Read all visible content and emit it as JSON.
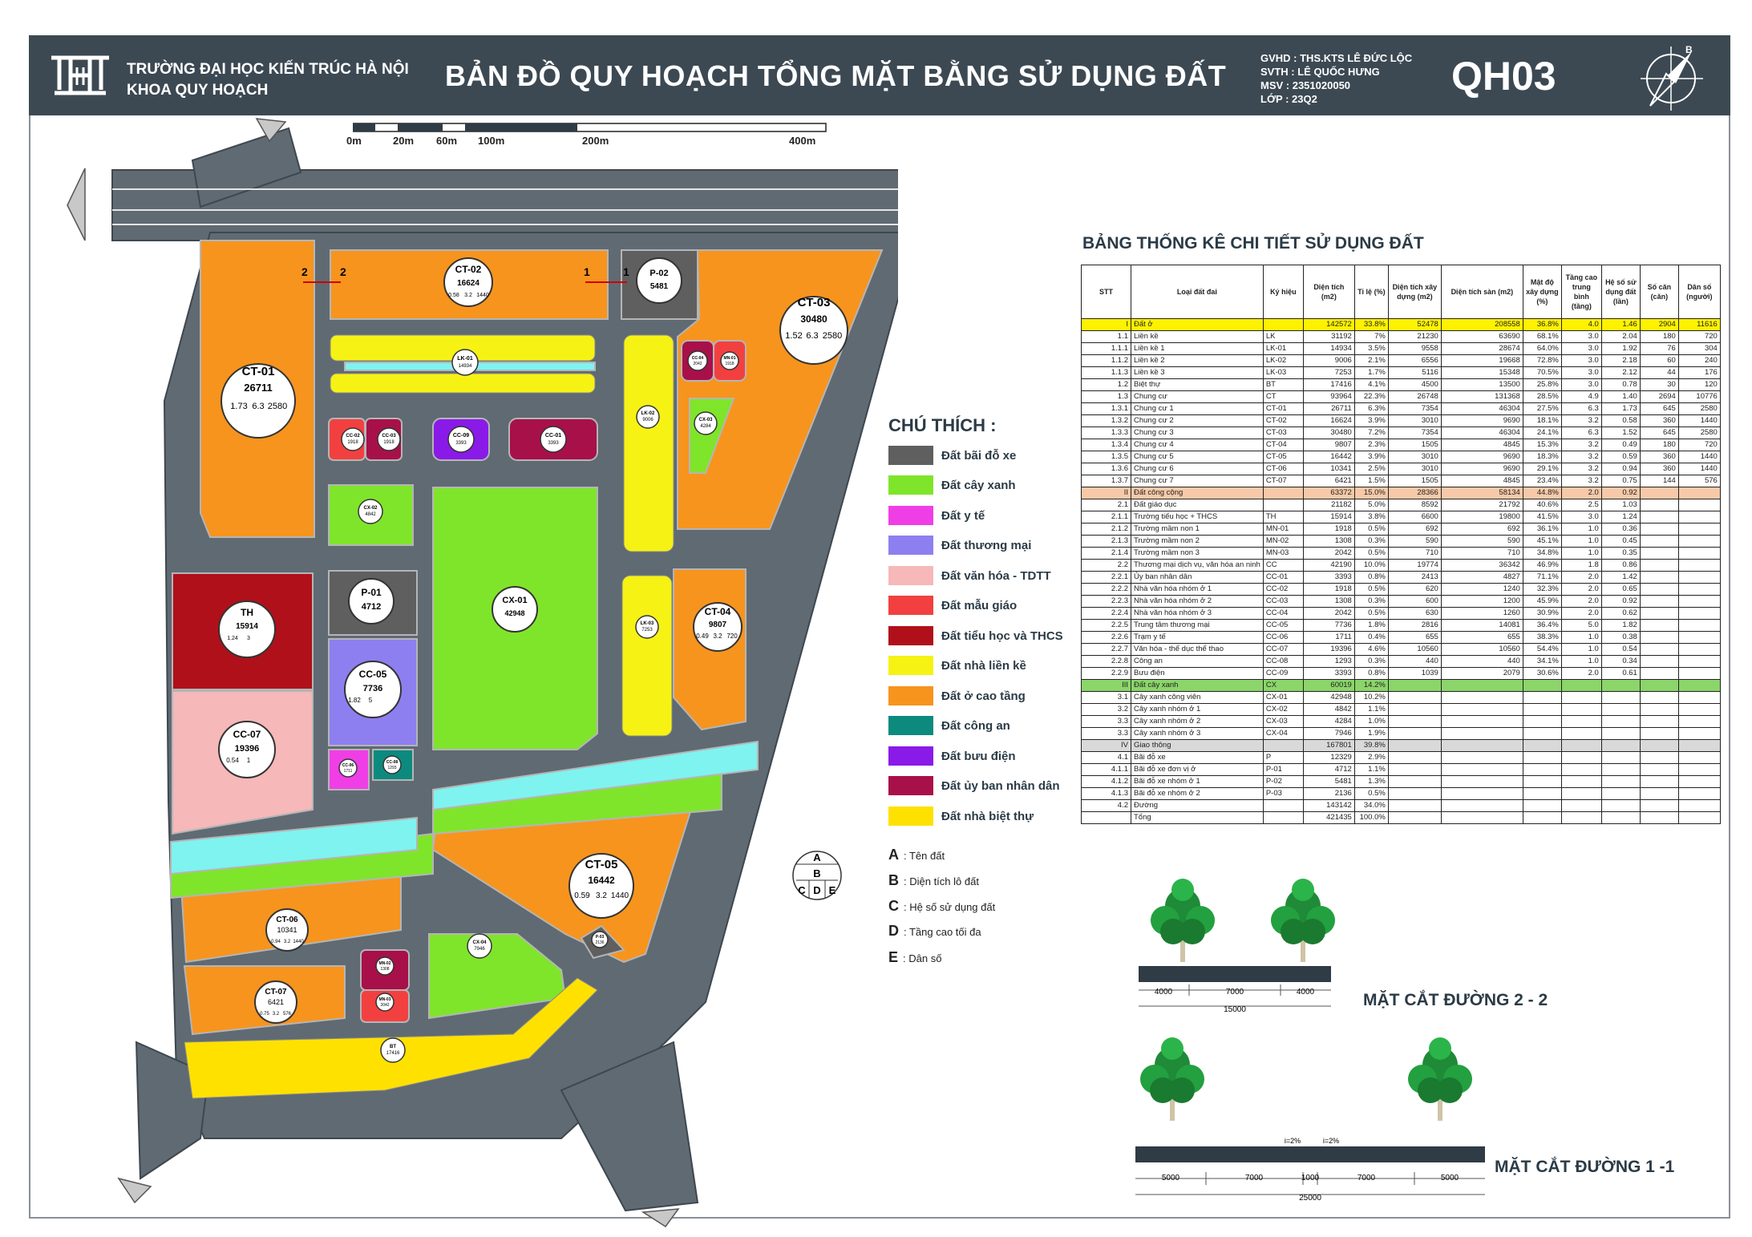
{
  "header": {
    "school_line1": "TRƯỜNG ĐẠI HỌC KIẾN TRÚC HÀ NỘI",
    "school_line2": "KHOA QUY HOẠCH",
    "title": "BẢN ĐỒ QUY HOẠCH TỔNG MẶT BẰNG SỬ DỤNG ĐẤT",
    "gvhd": "GVHD : THS.KTS LÊ ĐỨC LỘC",
    "svth": "SVTH : LÊ QUỐC HƯNG",
    "msv": "MSV : 2351020050",
    "lop": "LỚP : 23Q2",
    "code": "QH03",
    "north": "B"
  },
  "scale_bar": {
    "labels": [
      "0m",
      "20m",
      "60m",
      "100m",
      "200m",
      "400m"
    ]
  },
  "map": {
    "section_marks": [
      "2",
      "2",
      "1",
      "1"
    ],
    "lots": [
      {
        "a": "CT-01",
        "b": "26711",
        "c": "1.73",
        "d": "6.3",
        "e": "2580"
      },
      {
        "a": "CT-02",
        "b": "16624",
        "c": "0.58",
        "d": "3.2",
        "e": "1440"
      },
      {
        "a": "P-02",
        "b": "5481"
      },
      {
        "a": "CT-03",
        "b": "30480",
        "c": "1.52",
        "d": "6.3",
        "e": "2580"
      },
      {
        "a": "LK-01",
        "b": "14934"
      },
      {
        "a": "CC-01",
        "b": "3393"
      },
      {
        "a": "CC-02",
        "b": "1918"
      },
      {
        "a": "CC-03",
        "b": "1918"
      },
      {
        "a": "CC-04",
        "b": "2042"
      },
      {
        "a": "CC-09",
        "b": "3393"
      },
      {
        "a": "LK-02",
        "b": "9006"
      },
      {
        "a": "CX-03",
        "b": "4284"
      },
      {
        "a": "CX-02",
        "b": "4842"
      },
      {
        "a": "P-01",
        "b": "4712"
      },
      {
        "a": "CX-01",
        "b": "42948"
      },
      {
        "a": "TH",
        "b": "15914",
        "c": "1.24",
        "d": "3"
      },
      {
        "a": "CC-05",
        "b": "7736",
        "c": "1.82",
        "d": "5"
      },
      {
        "a": "LK-03",
        "b": "7253"
      },
      {
        "a": "CT-04",
        "b": "9807",
        "c": "0.49",
        "d": "3.2",
        "e": "720"
      },
      {
        "a": "CC-07",
        "b": "19396",
        "c": "0.54",
        "d": "1"
      },
      {
        "a": "CC-06",
        "b": "1711"
      },
      {
        "a": "CC-08",
        "b": "1293"
      },
      {
        "a": "CT-05",
        "b": "16442",
        "c": "0.59",
        "d": "3.2",
        "e": "1440"
      },
      {
        "a": "CT-06",
        "b": "10341",
        "c": "0.94",
        "d": "3.2",
        "e": "1440"
      },
      {
        "a": "CX-04",
        "b": "7946"
      },
      {
        "a": "CT-07",
        "b": "6421",
        "c": "0.75",
        "d": "3.2",
        "e": "576"
      },
      {
        "a": "BT",
        "b": "17416"
      },
      {
        "a": "P-03",
        "b": "2136"
      },
      {
        "a": "MN-01",
        "b": "1918"
      },
      {
        "a": "MN-02",
        "b": "1308"
      },
      {
        "a": "MN-03",
        "b": "2042"
      }
    ]
  },
  "legend": {
    "title": "CHÚ THÍCH :",
    "items": [
      {
        "label": "Đất bãi đỗ xe",
        "color": "#5f5f5f"
      },
      {
        "label": "Đất cây xanh",
        "color": "#7fe52a"
      },
      {
        "label": "Đất y tế",
        "color": "#f03ee6"
      },
      {
        "label": "Đất thương mại",
        "color": "#8d7ff0"
      },
      {
        "label": "Đất văn hóa - TDTT",
        "color": "#f6b8b8"
      },
      {
        "label": "Đất mẫu giáo",
        "color": "#f24040"
      },
      {
        "label": "Đất tiểu học và THCS",
        "color": "#b0101a"
      },
      {
        "label": "Đất nhà liền kề",
        "color": "#f6f214"
      },
      {
        "label": "Đất ở cao tầng",
        "color": "#f7941d"
      },
      {
        "label": "Đất công an",
        "color": "#0d8a7e"
      },
      {
        "label": "Đất bưu điện",
        "color": "#8a1ae8"
      },
      {
        "label": "Đất ủy ban nhân dân",
        "color": "#a8104a"
      },
      {
        "label": "Đất nhà biệt thự",
        "color": "#ffe100"
      }
    ],
    "key_cells": [
      "A",
      "B",
      "C",
      "D",
      "E"
    ],
    "key_items": [
      {
        "k": "A",
        "t": ": Tên đất"
      },
      {
        "k": "B",
        "t": ": Diện tích lô đất"
      },
      {
        "k": "C",
        "t": ": Hệ số sử dụng đất"
      },
      {
        "k": "D",
        "t": ": Tầng cao tối đa"
      },
      {
        "k": "E",
        "t": ": Dân số"
      }
    ]
  },
  "table": {
    "title": "BẢNG THỐNG KÊ CHI TIẾT SỬ DỤNG ĐẤT",
    "headers": [
      "STT",
      "Loại đất đai",
      "Ký hiệu",
      "Diện tích (m2)",
      "Tỉ lệ (%)",
      "Diện tích xây dựng (m2)",
      "Diện tích sàn (m2)",
      "Mật độ xây dựng (%)",
      "Tầng cao trung bình (tầng)",
      "Hệ số sử dụng đất (lần)",
      "Số căn (căn)",
      "Dân số (người)"
    ],
    "rows": [
      {
        "g": "g1",
        "c": [
          "I",
          "Đất ở",
          "",
          "142572",
          "33.8%",
          "52478",
          "208558",
          "36.8%",
          "4.0",
          "1.46",
          "2904",
          "11616"
        ]
      },
      {
        "g": "",
        "c": [
          "1.1",
          "Liền kề",
          "LK",
          "31192",
          "7%",
          "21230",
          "63690",
          "68.1%",
          "3.0",
          "2.04",
          "180",
          "720"
        ]
      },
      {
        "g": "",
        "c": [
          "1.1.1",
          "Liền kề 1",
          "LK-01",
          "14934",
          "3.5%",
          "9558",
          "28674",
          "64.0%",
          "3.0",
          "1.92",
          "76",
          "304"
        ]
      },
      {
        "g": "",
        "c": [
          "1.1.2",
          "Liền kề 2",
          "LK-02",
          "9006",
          "2.1%",
          "6556",
          "19668",
          "72.8%",
          "3.0",
          "2.18",
          "60",
          "240"
        ]
      },
      {
        "g": "",
        "c": [
          "1.1.3",
          "Liền kề 3",
          "LK-03",
          "7253",
          "1.7%",
          "5116",
          "15348",
          "70.5%",
          "3.0",
          "2.12",
          "44",
          "176"
        ]
      },
      {
        "g": "",
        "c": [
          "1.2",
          "Biệt thự",
          "BT",
          "17416",
          "4.1%",
          "4500",
          "13500",
          "25.8%",
          "3.0",
          "0.78",
          "30",
          "120"
        ]
      },
      {
        "g": "",
        "c": [
          "1.3",
          "Chung cư",
          "CT",
          "93964",
          "22.3%",
          "26748",
          "131368",
          "28.5%",
          "4.9",
          "1.40",
          "2694",
          "10776"
        ]
      },
      {
        "g": "",
        "c": [
          "1.3.1",
          "Chung cư 1",
          "CT-01",
          "26711",
          "6.3%",
          "7354",
          "46304",
          "27.5%",
          "6.3",
          "1.73",
          "645",
          "2580"
        ]
      },
      {
        "g": "",
        "c": [
          "1.3.2",
          "Chung cư 2",
          "CT-02",
          "16624",
          "3.9%",
          "3010",
          "9690",
          "18.1%",
          "3.2",
          "0.58",
          "360",
          "1440"
        ]
      },
      {
        "g": "",
        "c": [
          "1.3.3",
          "Chung cư 3",
          "CT-03",
          "30480",
          "7.2%",
          "7354",
          "46304",
          "24.1%",
          "6.3",
          "1.52",
          "645",
          "2580"
        ]
      },
      {
        "g": "",
        "c": [
          "1.3.4",
          "Chung cư 4",
          "CT-04",
          "9807",
          "2.3%",
          "1505",
          "4845",
          "15.3%",
          "3.2",
          "0.49",
          "180",
          "720"
        ]
      },
      {
        "g": "",
        "c": [
          "1.3.5",
          "Chung cư 5",
          "CT-05",
          "16442",
          "3.9%",
          "3010",
          "9690",
          "18.3%",
          "3.2",
          "0.59",
          "360",
          "1440"
        ]
      },
      {
        "g": "",
        "c": [
          "1.3.6",
          "Chung cư 6",
          "CT-06",
          "10341",
          "2.5%",
          "3010",
          "9690",
          "29.1%",
          "3.2",
          "0.94",
          "360",
          "1440"
        ]
      },
      {
        "g": "",
        "c": [
          "1.3.7",
          "Chung cư 7",
          "CT-07",
          "6421",
          "1.5%",
          "1505",
          "4845",
          "23.4%",
          "3.2",
          "0.75",
          "144",
          "576"
        ]
      },
      {
        "g": "g2",
        "c": [
          "II",
          "Đất công cộng",
          "",
          "63372",
          "15.0%",
          "28366",
          "58134",
          "44.8%",
          "2.0",
          "0.92",
          "",
          ""
        ]
      },
      {
        "g": "",
        "c": [
          "2.1",
          "Đất giáo dục",
          "",
          "21182",
          "5.0%",
          "8592",
          "21792",
          "40.6%",
          "2.5",
          "1.03",
          "",
          ""
        ]
      },
      {
        "g": "",
        "c": [
          "2.1.1",
          "Trường tiểu học + THCS",
          "TH",
          "15914",
          "3.8%",
          "6600",
          "19800",
          "41.5%",
          "3.0",
          "1.24",
          "",
          ""
        ]
      },
      {
        "g": "",
        "c": [
          "2.1.2",
          "Trường mầm non 1",
          "MN-01",
          "1918",
          "0.5%",
          "692",
          "692",
          "36.1%",
          "1.0",
          "0.36",
          "",
          ""
        ]
      },
      {
        "g": "",
        "c": [
          "2.1.3",
          "Trường mầm non 2",
          "MN-02",
          "1308",
          "0.3%",
          "590",
          "590",
          "45.1%",
          "1.0",
          "0.45",
          "",
          ""
        ]
      },
      {
        "g": "",
        "c": [
          "2.1.4",
          "Trường mầm non 3",
          "MN-03",
          "2042",
          "0.5%",
          "710",
          "710",
          "34.8%",
          "1.0",
          "0.35",
          "",
          ""
        ]
      },
      {
        "g": "",
        "c": [
          "2.2",
          "Thương mại dịch vụ, văn hóa an ninh",
          "CC",
          "42190",
          "10.0%",
          "19774",
          "36342",
          "46.9%",
          "1.8",
          "0.86",
          "",
          ""
        ]
      },
      {
        "g": "",
        "c": [
          "2.2.1",
          "Ủy ban nhân dân",
          "CC-01",
          "3393",
          "0.8%",
          "2413",
          "4827",
          "71.1%",
          "2.0",
          "1.42",
          "",
          ""
        ]
      },
      {
        "g": "",
        "c": [
          "2.2.2",
          "Nhà văn hóa nhóm ở 1",
          "CC-02",
          "1918",
          "0.5%",
          "620",
          "1240",
          "32.3%",
          "2.0",
          "0.65",
          "",
          ""
        ]
      },
      {
        "g": "",
        "c": [
          "2.2.3",
          "Nhà văn hóa nhóm ở 2",
          "CC-03",
          "1308",
          "0.3%",
          "600",
          "1200",
          "45.9%",
          "2.0",
          "0.92",
          "",
          ""
        ]
      },
      {
        "g": "",
        "c": [
          "2.2.4",
          "Nhà văn hóa nhóm ở 3",
          "CC-04",
          "2042",
          "0.5%",
          "630",
          "1260",
          "30.9%",
          "2.0",
          "0.62",
          "",
          ""
        ]
      },
      {
        "g": "",
        "c": [
          "2.2.5",
          "Trung tâm thương mại",
          "CC-05",
          "7736",
          "1.8%",
          "2816",
          "14081",
          "36.4%",
          "5.0",
          "1.82",
          "",
          ""
        ]
      },
      {
        "g": "",
        "c": [
          "2.2.6",
          "Trạm y tế",
          "CC-06",
          "1711",
          "0.4%",
          "655",
          "655",
          "38.3%",
          "1.0",
          "0.38",
          "",
          ""
        ]
      },
      {
        "g": "",
        "c": [
          "2.2.7",
          "Văn hóa - thể dục thể thao",
          "CC-07",
          "19396",
          "4.6%",
          "10560",
          "10560",
          "54.4%",
          "1.0",
          "0.54",
          "",
          ""
        ]
      },
      {
        "g": "",
        "c": [
          "2.2.8",
          "Công an",
          "CC-08",
          "1293",
          "0.3%",
          "440",
          "440",
          "34.1%",
          "1.0",
          "0.34",
          "",
          ""
        ]
      },
      {
        "g": "",
        "c": [
          "2.2.9",
          "Bưu điện",
          "CC-09",
          "3393",
          "0.8%",
          "1039",
          "2079",
          "30.6%",
          "2.0",
          "0.61",
          "",
          ""
        ]
      },
      {
        "g": "g3",
        "c": [
          "III",
          "Đất cây xanh",
          "CX",
          "60019",
          "14.2%",
          "",
          "",
          "",
          "",
          "",
          "",
          ""
        ]
      },
      {
        "g": "",
        "c": [
          "3.1",
          "Cây xanh công viên",
          "CX-01",
          "42948",
          "10.2%",
          "",
          "",
          "",
          "",
          "",
          "",
          ""
        ]
      },
      {
        "g": "",
        "c": [
          "3.2",
          "Cây xanh nhóm ở 1",
          "CX-02",
          "4842",
          "1.1%",
          "",
          "",
          "",
          "",
          "",
          "",
          ""
        ]
      },
      {
        "g": "",
        "c": [
          "3.3",
          "Cây xanh nhóm ở 2",
          "CX-03",
          "4284",
          "1.0%",
          "",
          "",
          "",
          "",
          "",
          "",
          ""
        ]
      },
      {
        "g": "",
        "c": [
          "3.3",
          "Cây xanh nhóm ở 3",
          "CX-04",
          "7946",
          "1.9%",
          "",
          "",
          "",
          "",
          "",
          "",
          ""
        ]
      },
      {
        "g": "g4",
        "c": [
          "IV",
          "Giao thông",
          "",
          "167801",
          "39.8%",
          "",
          "",
          "",
          "",
          "",
          "",
          ""
        ]
      },
      {
        "g": "",
        "c": [
          "4.1",
          "Bãi đỗ xe",
          "P",
          "12329",
          "2.9%",
          "",
          "",
          "",
          "",
          "",
          "",
          ""
        ]
      },
      {
        "g": "",
        "c": [
          "4.1.1",
          "Bãi đỗ xe đơn vị ở",
          "P-01",
          "4712",
          "1.1%",
          "",
          "",
          "",
          "",
          "",
          "",
          ""
        ]
      },
      {
        "g": "",
        "c": [
          "4.1.2",
          "Bãi đỗ xe nhóm ở 1",
          "P-02",
          "5481",
          "1.3%",
          "",
          "",
          "",
          "",
          "",
          "",
          ""
        ]
      },
      {
        "g": "",
        "c": [
          "4.1.3",
          "Bãi đỗ xe nhóm ở 2",
          "P-03",
          "2136",
          "0.5%",
          "",
          "",
          "",
          "",
          "",
          "",
          ""
        ]
      },
      {
        "g": "",
        "c": [
          "4.2",
          "Đường",
          "",
          "143142",
          "34.0%",
          "",
          "",
          "",
          "",
          "",
          "",
          ""
        ]
      },
      {
        "g": "",
        "c": [
          "",
          "Tổng",
          "",
          "421435",
          "100.0%",
          "",
          "",
          "",
          "",
          "",
          "",
          ""
        ]
      }
    ]
  },
  "section_22": {
    "title": "MẶT CẮT ĐƯỜNG 2 - 2",
    "dims": [
      "4000",
      "7000",
      "4000"
    ],
    "total": "15000"
  },
  "section_11": {
    "title": "MẶT CẮT ĐƯỜNG 1 -1",
    "slopes": [
      "i=2%",
      "i=2%"
    ],
    "dims": [
      "5000",
      "7000",
      "1000",
      "7000",
      "5000"
    ],
    "total": "25000"
  }
}
